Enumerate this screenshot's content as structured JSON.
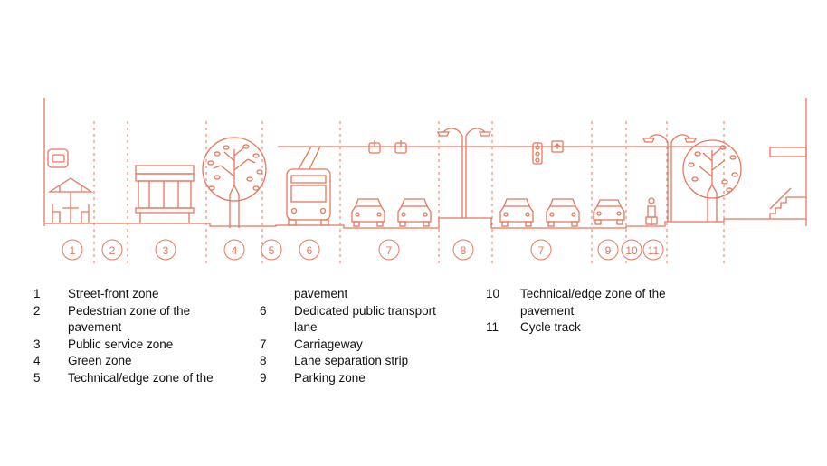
{
  "diagram": {
    "accent_color": "#e8765c",
    "badges": [
      "1",
      "2",
      "3",
      "4",
      "5",
      "6",
      "7",
      "8",
      "7",
      "9",
      "10",
      "11"
    ]
  },
  "legend": {
    "col1": [
      {
        "num": "1",
        "text": "Street-front zone"
      },
      {
        "num": "2",
        "text": "Pedestrian zone of the"
      },
      {
        "num": "",
        "text": "pavement"
      },
      {
        "num": "3",
        "text": "Public service zone"
      },
      {
        "num": "4",
        "text": "Green zone"
      },
      {
        "num": "5",
        "text": "Technical/edge zone of the"
      }
    ],
    "col2": [
      {
        "num": "",
        "text": "pavement"
      },
      {
        "num": "6",
        "text": "Dedicated public transport"
      },
      {
        "num": "",
        "text": "lane"
      },
      {
        "num": "7",
        "text": "Carriageway"
      },
      {
        "num": "8",
        "text": "Lane separation strip"
      },
      {
        "num": "9",
        "text": "Parking zone"
      }
    ],
    "col3": [
      {
        "num": "10",
        "text": "Technical/edge zone of the"
      },
      {
        "num": "",
        "text": "pavement"
      },
      {
        "num": "11",
        "text": "Cycle track"
      }
    ]
  }
}
